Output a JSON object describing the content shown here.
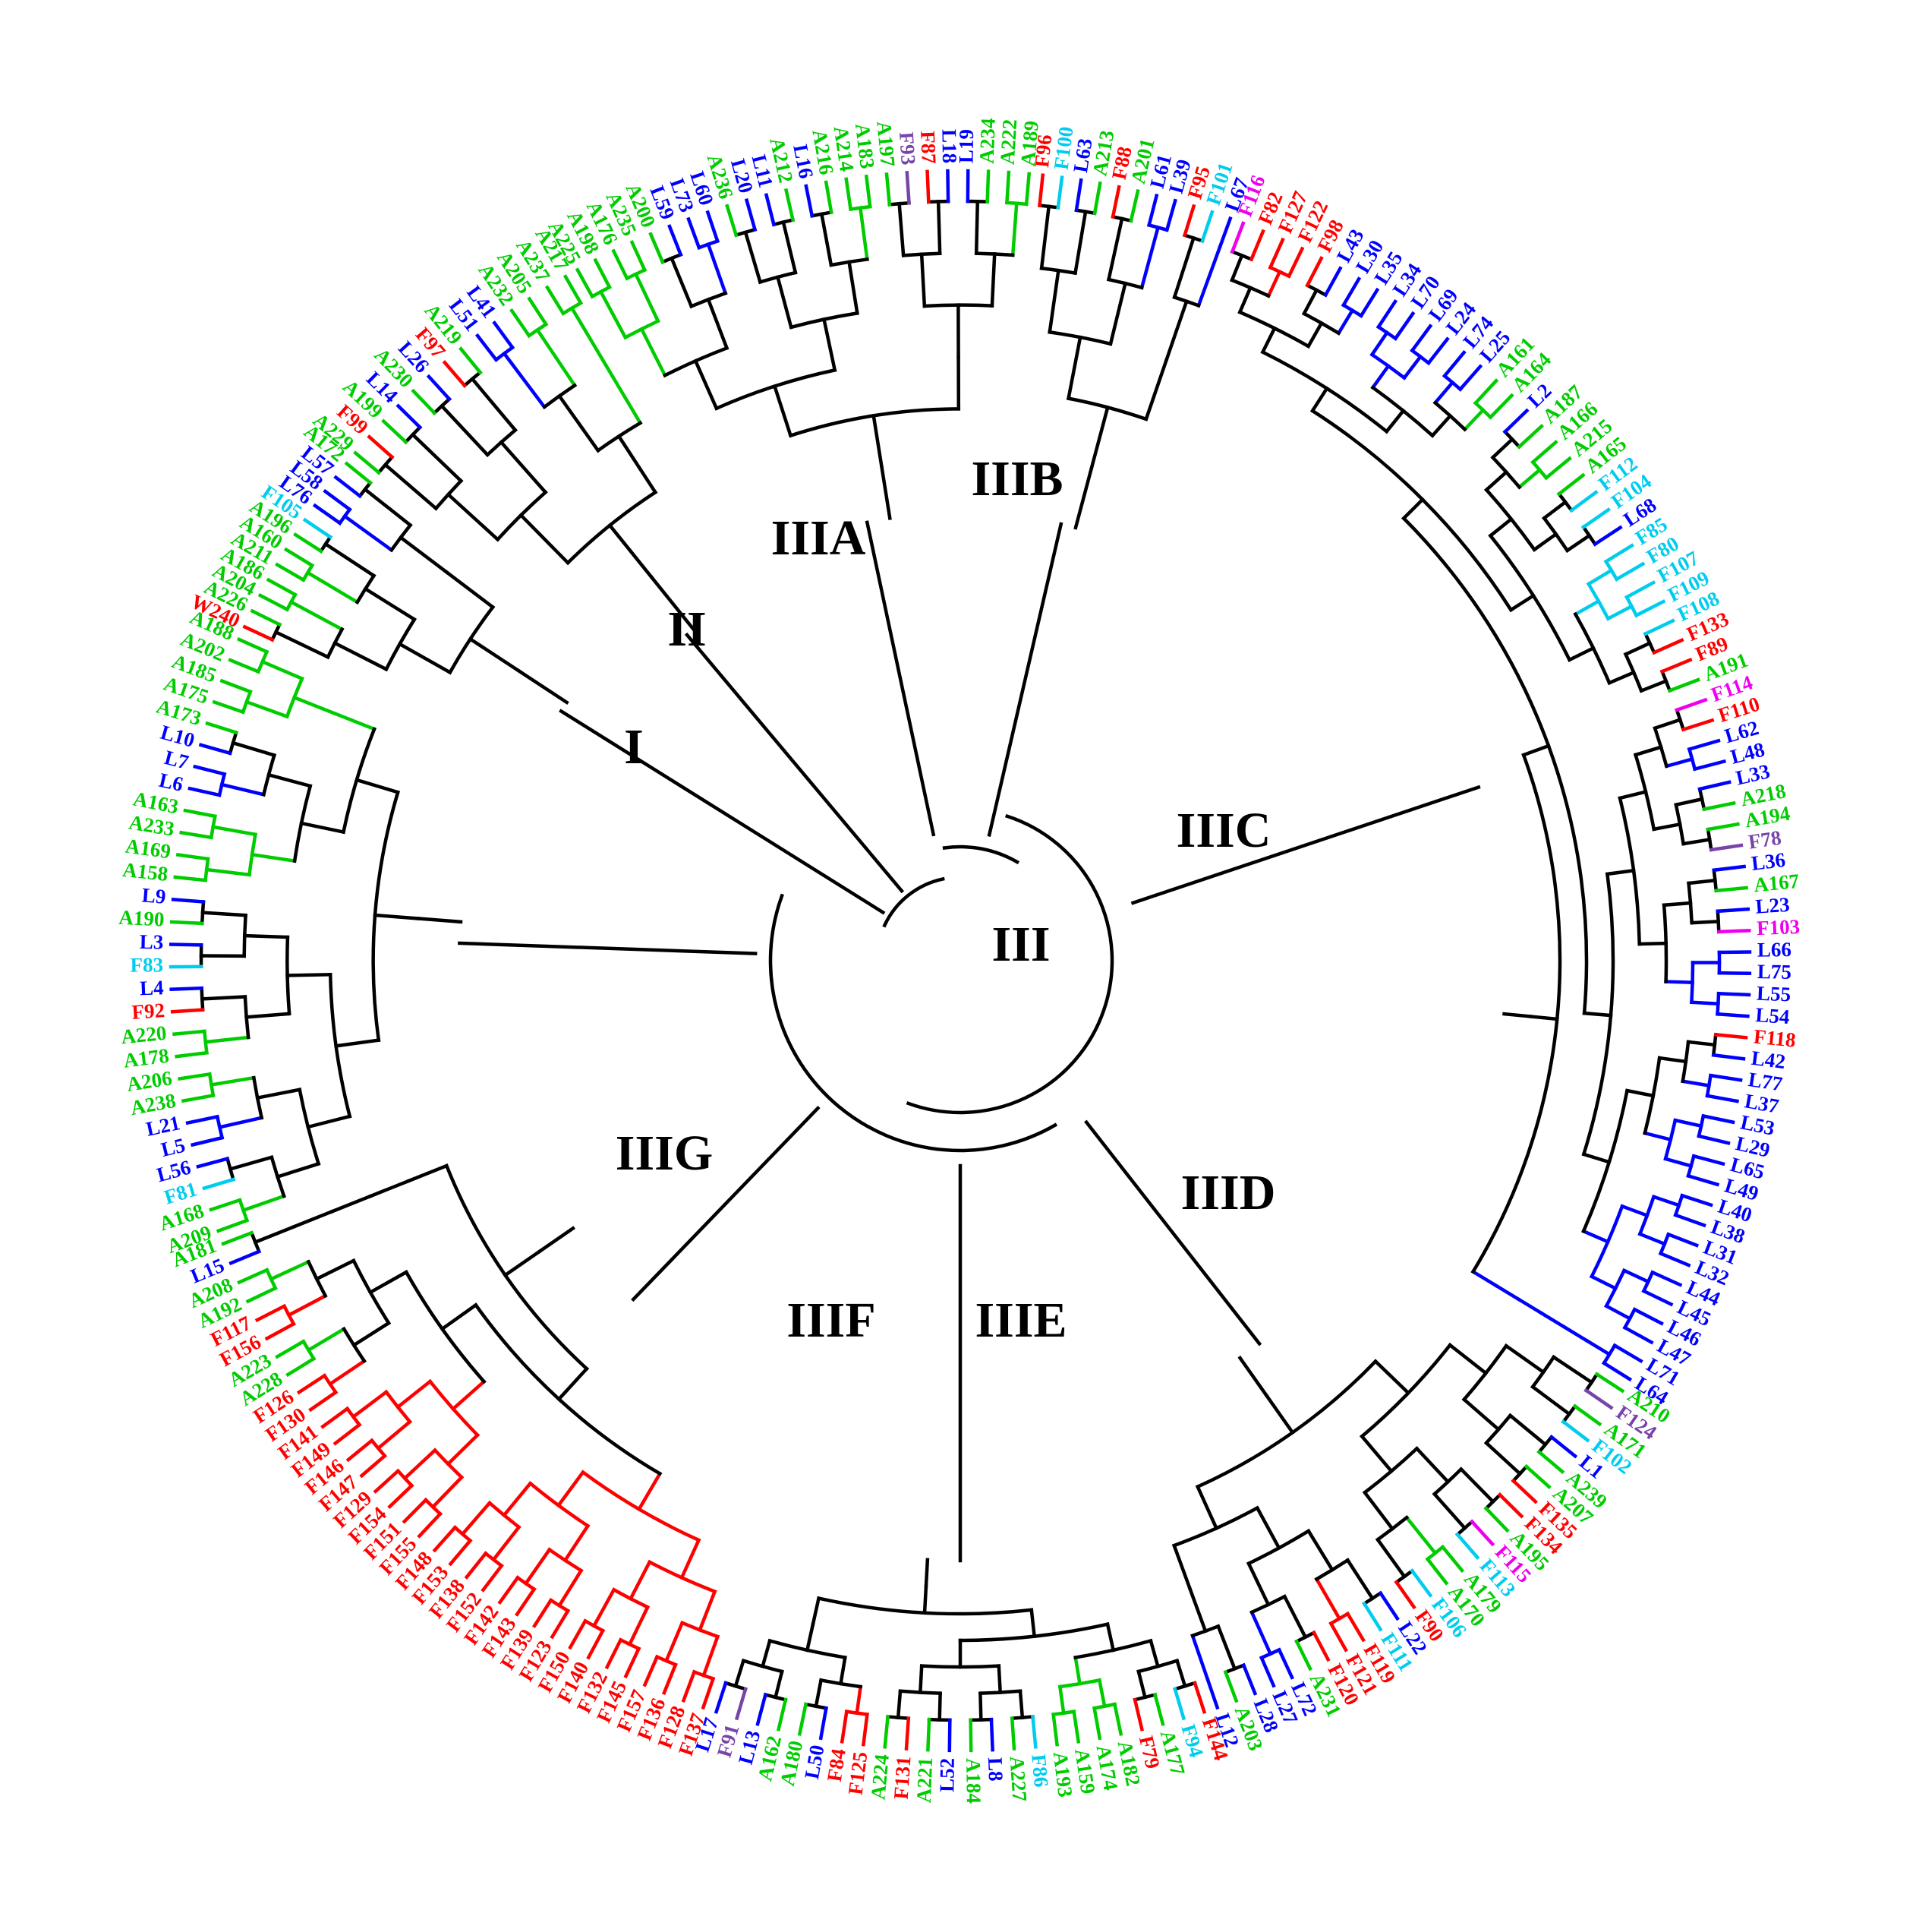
{
  "colors": {
    "A": "#00cc00",
    "L": "#0000ff",
    "F": "#ff0000",
    "F_cyan": "#00ccee",
    "F_magenta": "#ee00ee",
    "F_purple": "#7744aa",
    "W": "#ff0000",
    "backbone": "#000000"
  },
  "clade_labels": {
    "I": "I",
    "II": "II",
    "IIIA": "IIIA",
    "IIIB": "IIIB",
    "III": "III",
    "IIIC": "IIIC",
    "IIID": "IIID",
    "IIIE": "IIIE",
    "IIIF": "IIIF",
    "IIIG": "IIIG"
  },
  "clades": [
    {
      "id": "I",
      "leaves": [
        {
          "label": "W240",
          "color": "red"
        },
        {
          "label": "A226",
          "color": "green"
        },
        {
          "label": "A204",
          "color": "green"
        },
        {
          "label": "A186",
          "color": "green"
        },
        {
          "label": "A211",
          "color": "green"
        },
        {
          "label": "A160",
          "color": "green"
        },
        {
          "label": "A196",
          "color": "green"
        },
        {
          "label": "F105",
          "color": "cyan"
        },
        {
          "label": "L76",
          "color": "blue"
        },
        {
          "label": "L58",
          "color": "blue"
        },
        {
          "label": "L57",
          "color": "blue"
        },
        {
          "label": "A172",
          "color": "green"
        }
      ]
    },
    {
      "id": "II",
      "leaves": [
        {
          "label": "A229",
          "color": "green"
        },
        {
          "label": "F99",
          "color": "red"
        },
        {
          "label": "A199",
          "color": "green"
        },
        {
          "label": "L14",
          "color": "blue"
        },
        {
          "label": "A230",
          "color": "green"
        },
        {
          "label": "L26",
          "color": "blue"
        },
        {
          "label": "F97",
          "color": "red"
        },
        {
          "label": "A219",
          "color": "green"
        },
        {
          "label": "L51",
          "color": "blue"
        },
        {
          "label": "L41",
          "color": "blue"
        },
        {
          "label": "A232",
          "color": "green"
        },
        {
          "label": "A205",
          "color": "green"
        },
        {
          "label": "A237",
          "color": "green"
        },
        {
          "label": "A217",
          "color": "green"
        }
      ]
    },
    {
      "id": "IIIA",
      "leaves": [
        {
          "label": "A225",
          "color": "green"
        },
        {
          "label": "A198",
          "color": "green"
        },
        {
          "label": "A176",
          "color": "green"
        },
        {
          "label": "A235",
          "color": "green"
        },
        {
          "label": "A200",
          "color": "green"
        },
        {
          "label": "L59",
          "color": "blue"
        },
        {
          "label": "L73",
          "color": "blue"
        },
        {
          "label": "L60",
          "color": "blue"
        },
        {
          "label": "A236",
          "color": "green"
        },
        {
          "label": "L20",
          "color": "blue"
        },
        {
          "label": "L11",
          "color": "blue"
        },
        {
          "label": "A212",
          "color": "green"
        },
        {
          "label": "L16",
          "color": "blue"
        },
        {
          "label": "A216",
          "color": "green"
        },
        {
          "label": "A214",
          "color": "green"
        },
        {
          "label": "A183",
          "color": "green"
        },
        {
          "label": "A197",
          "color": "green"
        },
        {
          "label": "F93",
          "color": "purple"
        },
        {
          "label": "F87",
          "color": "red"
        },
        {
          "label": "L18",
          "color": "blue"
        },
        {
          "label": "L19",
          "color": "blue"
        },
        {
          "label": "A234",
          "color": "green"
        },
        {
          "label": "A222",
          "color": "green"
        },
        {
          "label": "A189",
          "color": "green"
        }
      ]
    },
    {
      "id": "IIIB",
      "leaves": [
        {
          "label": "F96",
          "color": "red"
        },
        {
          "label": "F100",
          "color": "cyan"
        },
        {
          "label": "L63",
          "color": "blue"
        },
        {
          "label": "A213",
          "color": "green"
        },
        {
          "label": "F88",
          "color": "red"
        },
        {
          "label": "A201",
          "color": "green"
        },
        {
          "label": "L61",
          "color": "blue"
        },
        {
          "label": "L39",
          "color": "blue"
        },
        {
          "label": "F95",
          "color": "red"
        },
        {
          "label": "F101",
          "color": "cyan"
        },
        {
          "label": "L67",
          "color": "blue"
        }
      ]
    },
    {
      "id": "IIIC",
      "leaves": [
        {
          "label": "F116",
          "color": "magenta"
        },
        {
          "label": "F82",
          "color": "red"
        },
        {
          "label": "F127",
          "color": "red"
        },
        {
          "label": "F122",
          "color": "red"
        },
        {
          "label": "F98",
          "color": "red"
        },
        {
          "label": "L43",
          "color": "blue"
        },
        {
          "label": "L30",
          "color": "blue"
        },
        {
          "label": "L35",
          "color": "blue"
        },
        {
          "label": "L34",
          "color": "blue"
        },
        {
          "label": "L70",
          "color": "blue"
        },
        {
          "label": "L69",
          "color": "blue"
        },
        {
          "label": "L24",
          "color": "blue"
        },
        {
          "label": "L74",
          "color": "blue"
        },
        {
          "label": "L25",
          "color": "blue"
        },
        {
          "label": "A161",
          "color": "green"
        },
        {
          "label": "A164",
          "color": "green"
        },
        {
          "label": "L2",
          "color": "blue"
        },
        {
          "label": "A187",
          "color": "green"
        },
        {
          "label": "A166",
          "color": "green"
        },
        {
          "label": "A215",
          "color": "green"
        },
        {
          "label": "A165",
          "color": "green"
        },
        {
          "label": "F112",
          "color": "cyan"
        },
        {
          "label": "F104",
          "color": "cyan"
        },
        {
          "label": "L68",
          "color": "blue"
        },
        {
          "label": "F85",
          "color": "cyan"
        },
        {
          "label": "F80",
          "color": "cyan"
        },
        {
          "label": "F107",
          "color": "cyan"
        },
        {
          "label": "F109",
          "color": "cyan"
        },
        {
          "label": "F108",
          "color": "cyan"
        },
        {
          "label": "F133",
          "color": "red"
        },
        {
          "label": "F89",
          "color": "red"
        },
        {
          "label": "A191",
          "color": "green"
        },
        {
          "label": "F114",
          "color": "magenta"
        },
        {
          "label": "F110",
          "color": "red"
        },
        {
          "label": "L62",
          "color": "blue"
        },
        {
          "label": "L48",
          "color": "blue"
        },
        {
          "label": "L33",
          "color": "blue"
        },
        {
          "label": "A218",
          "color": "green"
        },
        {
          "label": "A194",
          "color": "green"
        },
        {
          "label": "F78",
          "color": "purple"
        },
        {
          "label": "L36",
          "color": "blue"
        },
        {
          "label": "A167",
          "color": "green"
        },
        {
          "label": "L23",
          "color": "blue"
        },
        {
          "label": "F103",
          "color": "magenta"
        },
        {
          "label": "L66",
          "color": "blue"
        },
        {
          "label": "L75",
          "color": "blue"
        },
        {
          "label": "L55",
          "color": "blue"
        },
        {
          "label": "L54",
          "color": "blue"
        },
        {
          "label": "F118",
          "color": "red"
        },
        {
          "label": "L42",
          "color": "blue"
        },
        {
          "label": "L77",
          "color": "blue"
        },
        {
          "label": "L37",
          "color": "blue"
        },
        {
          "label": "L53",
          "color": "blue"
        },
        {
          "label": "L29",
          "color": "blue"
        },
        {
          "label": "L65",
          "color": "blue"
        },
        {
          "label": "L49",
          "color": "blue"
        },
        {
          "label": "L40",
          "color": "blue"
        },
        {
          "label": "L38",
          "color": "blue"
        },
        {
          "label": "L31",
          "color": "blue"
        },
        {
          "label": "L32",
          "color": "blue"
        },
        {
          "label": "L44",
          "color": "blue"
        },
        {
          "label": "L45",
          "color": "blue"
        },
        {
          "label": "L46",
          "color": "blue"
        },
        {
          "label": "L47",
          "color": "blue"
        },
        {
          "label": "L71",
          "color": "blue"
        },
        {
          "label": "L64",
          "color": "blue"
        }
      ]
    },
    {
      "id": "IIID",
      "leaves": [
        {
          "label": "A210",
          "color": "green"
        },
        {
          "label": "F124",
          "color": "purple"
        },
        {
          "label": "A171",
          "color": "green"
        },
        {
          "label": "F102",
          "color": "cyan"
        },
        {
          "label": "L1",
          "color": "blue"
        },
        {
          "label": "A239",
          "color": "green"
        },
        {
          "label": "A207",
          "color": "green"
        },
        {
          "label": "F135",
          "color": "red"
        },
        {
          "label": "F134",
          "color": "red"
        },
        {
          "label": "A195",
          "color": "green"
        },
        {
          "label": "F115",
          "color": "magenta"
        },
        {
          "label": "F113",
          "color": "cyan"
        },
        {
          "label": "A179",
          "color": "green"
        },
        {
          "label": "A170",
          "color": "green"
        },
        {
          "label": "F106",
          "color": "cyan"
        },
        {
          "label": "F90",
          "color": "red"
        },
        {
          "label": "L22",
          "color": "blue"
        },
        {
          "label": "F111",
          "color": "cyan"
        },
        {
          "label": "F119",
          "color": "red"
        },
        {
          "label": "F121",
          "color": "red"
        },
        {
          "label": "F120",
          "color": "red"
        },
        {
          "label": "A231",
          "color": "green"
        },
        {
          "label": "L72",
          "color": "blue"
        },
        {
          "label": "L27",
          "color": "blue"
        },
        {
          "label": "L28",
          "color": "blue"
        },
        {
          "label": "A203",
          "color": "green"
        },
        {
          "label": "L12",
          "color": "blue"
        }
      ]
    },
    {
      "id": "IIIE",
      "leaves": [
        {
          "label": "F144",
          "color": "red"
        },
        {
          "label": "F94",
          "color": "cyan"
        },
        {
          "label": "A177",
          "color": "green"
        },
        {
          "label": "F79",
          "color": "red"
        },
        {
          "label": "A182",
          "color": "green"
        },
        {
          "label": "A174",
          "color": "green"
        },
        {
          "label": "A159",
          "color": "green"
        },
        {
          "label": "A193",
          "color": "green"
        },
        {
          "label": "F86",
          "color": "cyan"
        },
        {
          "label": "A227",
          "color": "green"
        },
        {
          "label": "L8",
          "color": "blue"
        },
        {
          "label": "A184",
          "color": "green"
        },
        {
          "label": "L52",
          "color": "blue"
        },
        {
          "label": "A221",
          "color": "green"
        },
        {
          "label": "F131",
          "color": "red"
        },
        {
          "label": "A224",
          "color": "green"
        },
        {
          "label": "F125",
          "color": "red"
        },
        {
          "label": "F84",
          "color": "red"
        },
        {
          "label": "L50",
          "color": "blue"
        },
        {
          "label": "A180",
          "color": "green"
        },
        {
          "label": "A162",
          "color": "green"
        },
        {
          "label": "L13",
          "color": "blue"
        },
        {
          "label": "F91",
          "color": "purple"
        },
        {
          "label": "L17",
          "color": "blue"
        }
      ]
    },
    {
      "id": "IIIF",
      "leaves": [
        {
          "label": "F137",
          "color": "red"
        },
        {
          "label": "F128",
          "color": "red"
        },
        {
          "label": "F136",
          "color": "red"
        },
        {
          "label": "F157",
          "color": "red"
        },
        {
          "label": "F145",
          "color": "red"
        },
        {
          "label": "F132",
          "color": "red"
        },
        {
          "label": "F140",
          "color": "red"
        },
        {
          "label": "F150",
          "color": "red"
        },
        {
          "label": "F123",
          "color": "red"
        },
        {
          "label": "F139",
          "color": "red"
        },
        {
          "label": "F143",
          "color": "red"
        },
        {
          "label": "F142",
          "color": "red"
        },
        {
          "label": "F152",
          "color": "red"
        },
        {
          "label": "F138",
          "color": "red"
        },
        {
          "label": "F153",
          "color": "red"
        },
        {
          "label": "F148",
          "color": "red"
        },
        {
          "label": "F155",
          "color": "red"
        },
        {
          "label": "F151",
          "color": "red"
        },
        {
          "label": "F154",
          "color": "red"
        },
        {
          "label": "F129",
          "color": "red"
        },
        {
          "label": "F147",
          "color": "red"
        },
        {
          "label": "F146",
          "color": "red"
        },
        {
          "label": "F149",
          "color": "red"
        },
        {
          "label": "F141",
          "color": "red"
        },
        {
          "label": "F130",
          "color": "red"
        },
        {
          "label": "F126",
          "color": "red"
        },
        {
          "label": "A228",
          "color": "green"
        },
        {
          "label": "A223",
          "color": "green"
        },
        {
          "label": "F156",
          "color": "red"
        },
        {
          "label": "F117",
          "color": "red"
        },
        {
          "label": "A192",
          "color": "green"
        },
        {
          "label": "A208",
          "color": "green"
        },
        {
          "label": "L15",
          "color": "blue"
        },
        {
          "label": "A181",
          "color": "green"
        }
      ]
    },
    {
      "id": "IIIG",
      "leaves": [
        {
          "label": "A209",
          "color": "green"
        },
        {
          "label": "A168",
          "color": "green"
        },
        {
          "label": "F81",
          "color": "cyan"
        },
        {
          "label": "L56",
          "color": "blue"
        },
        {
          "label": "L5",
          "color": "blue"
        },
        {
          "label": "L21",
          "color": "blue"
        },
        {
          "label": "A238",
          "color": "green"
        },
        {
          "label": "A206",
          "color": "green"
        },
        {
          "label": "A178",
          "color": "green"
        },
        {
          "label": "A220",
          "color": "green"
        },
        {
          "label": "F92",
          "color": "red"
        },
        {
          "label": "L4",
          "color": "blue"
        },
        {
          "label": "F83",
          "color": "cyan"
        },
        {
          "label": "L3",
          "color": "blue"
        },
        {
          "label": "A190",
          "color": "green"
        },
        {
          "label": "L9",
          "color": "blue"
        },
        {
          "label": "A158",
          "color": "green"
        },
        {
          "label": "A169",
          "color": "green"
        },
        {
          "label": "A233",
          "color": "green"
        },
        {
          "label": "A163",
          "color": "green"
        },
        {
          "label": "L6",
          "color": "blue"
        },
        {
          "label": "L7",
          "color": "blue"
        },
        {
          "label": "L10",
          "color": "blue"
        },
        {
          "label": "A173",
          "color": "green"
        },
        {
          "label": "A175",
          "color": "green"
        },
        {
          "label": "A185",
          "color": "green"
        },
        {
          "label": "A202",
          "color": "green"
        },
        {
          "label": "A188",
          "color": "green"
        }
      ]
    }
  ]
}
